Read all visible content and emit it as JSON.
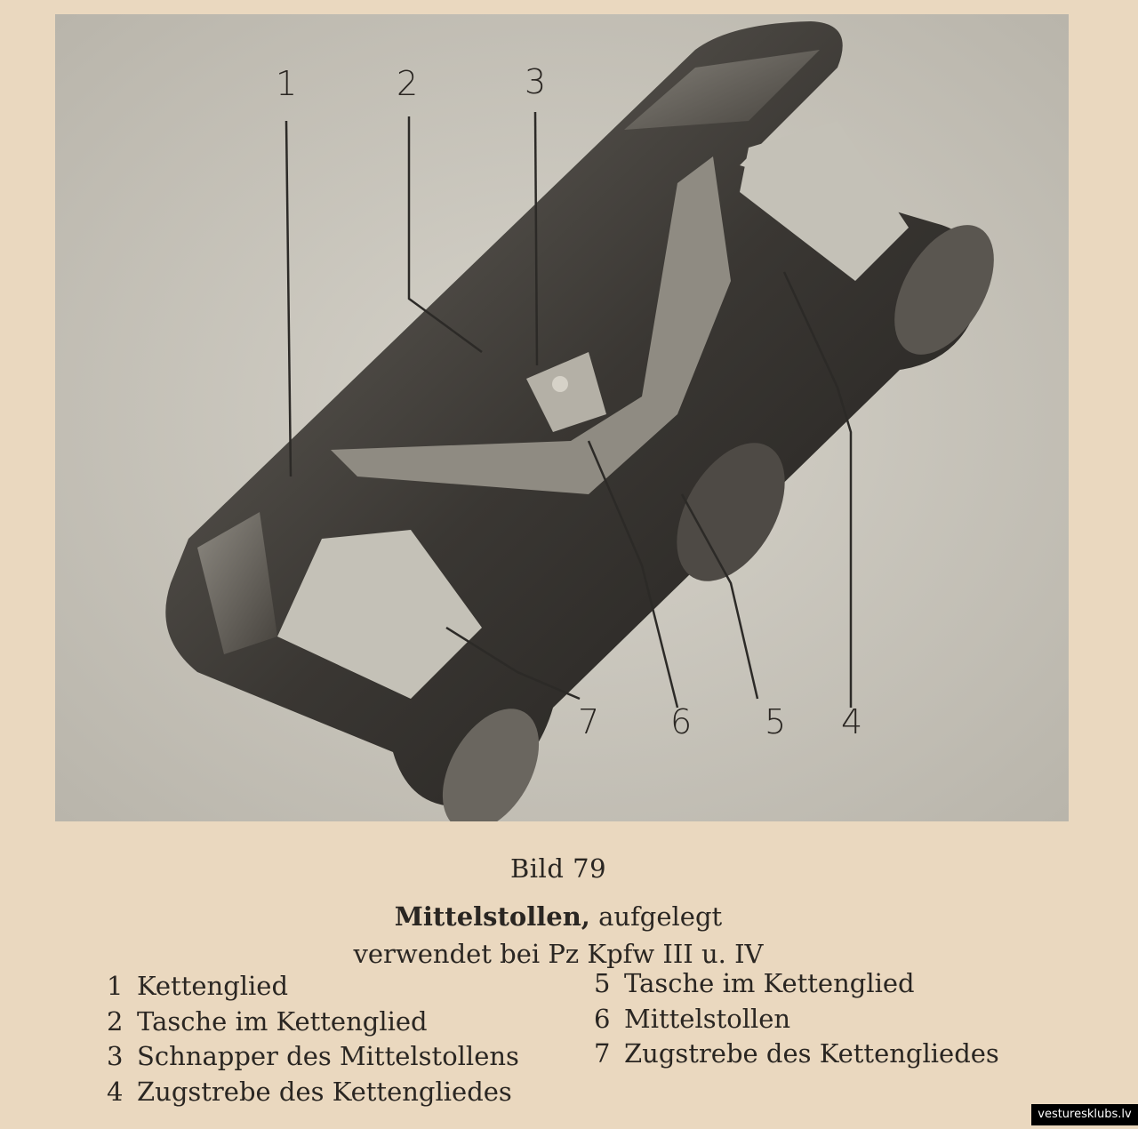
{
  "figure": {
    "title": "Bild 79",
    "subtitle_bold": "Mittelstollen,",
    "subtitle_rest": " aufgelegt",
    "subtitle_line2": "verwendet bei Pz Kpfw III u. IV",
    "callouts": [
      "1",
      "2",
      "3",
      "7",
      "6",
      "5",
      "4"
    ]
  },
  "legend": {
    "left": [
      {
        "num": "1",
        "text": "Kettenglied"
      },
      {
        "num": "2",
        "text": "Tasche im Kettenglied"
      },
      {
        "num": "3",
        "text": "Schnapper des Mittelstollens"
      },
      {
        "num": "4",
        "text": "Zugstrebe des Kettengliedes"
      }
    ],
    "right": [
      {
        "num": "5",
        "text": "Tasche im Kettenglied"
      },
      {
        "num": "6",
        "text": "Mittelstollen"
      },
      {
        "num": "7",
        "text": "Zugstrebe des Kettengliedes"
      }
    ]
  },
  "watermark": "vesturesklubs.lv"
}
